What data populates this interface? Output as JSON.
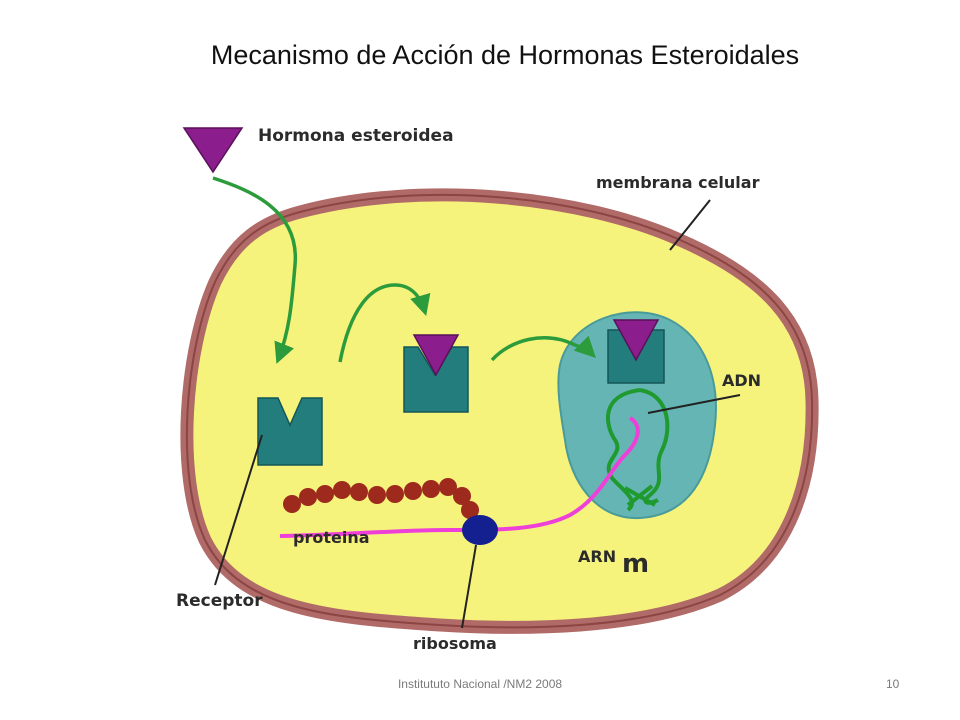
{
  "slide": {
    "title": "Mecanismo de Acción de Hormonas Esteroidales",
    "footer_text": "Institut​uto Nacional /NM2 2008",
    "page_number": "10"
  },
  "diagram": {
    "labels": {
      "hormone": "Hormona esteroidea",
      "membrane": "membrana celular",
      "dna": "ADN",
      "protein": "proteina",
      "mrna_main": "ARN",
      "mrna_sub": "m",
      "receptor": "Receptor",
      "ribosome": "ribosoma"
    },
    "colors": {
      "membrane": "#b06a67",
      "cytoplasm": "#f6f37c",
      "nucleus": "#66b5b5",
      "receptor": "#237d7d",
      "hormone": "#8c1d8c",
      "arrow": "#2c9b3c",
      "dna": "#1f9a2f",
      "mrna": "#ee3fd9",
      "protein": "#9d2a1c",
      "ribosome": "#14208f"
    }
  }
}
